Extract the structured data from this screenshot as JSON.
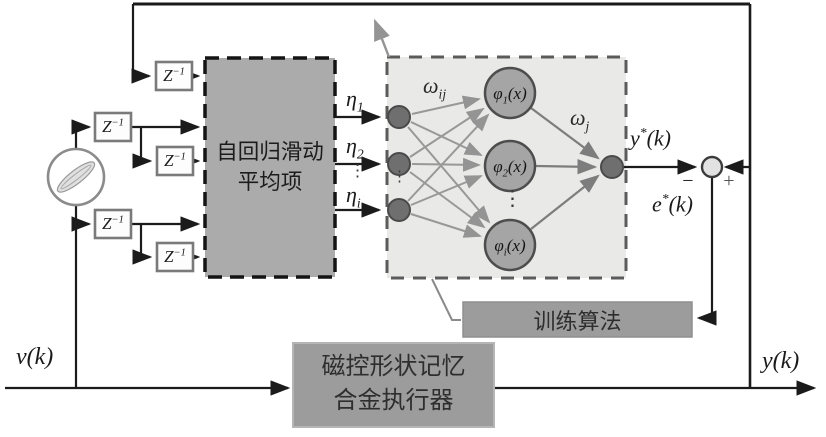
{
  "signals": {
    "v": "v(k)",
    "y": "y(k)",
    "y_star": {
      "base": "y",
      "sup": "*",
      "rest": "(k)"
    },
    "e_star": {
      "base": "e",
      "sup": "*",
      "rest": "(k)"
    },
    "minus": "−",
    "plus": "+"
  },
  "delay": {
    "base": "Z",
    "sup": "−1"
  },
  "arma": {
    "line1": "自回归滑动",
    "line2": "平均项"
  },
  "nn": {
    "eta": [
      {
        "base": "η",
        "sub": "1"
      },
      {
        "base": "η",
        "sub": "2"
      },
      {
        "base": "η",
        "sub": "i"
      }
    ],
    "omega_ij": {
      "base": "ω",
      "sub": "ij"
    },
    "omega_j": {
      "base": "ω",
      "sub": "j"
    },
    "phi": [
      {
        "base": "φ",
        "sub": "1",
        "rest": "(x)"
      },
      {
        "base": "φ",
        "sub": "2",
        "rest": "(x)"
      },
      {
        "base": "φ",
        "sub": "i",
        "rest": "(x)"
      }
    ],
    "vdots": "⋮"
  },
  "training": "训练算法",
  "actuator": {
    "line1": "磁控形状记忆",
    "line2": "合金执行器"
  },
  "colors": {
    "line": "#1b1b1b",
    "gray_line": "#949494",
    "dark_gray_line": "#7d7d7d",
    "arma_fill": "#ababab",
    "nn_fill": "#e9e9e7",
    "node_dark": "#6f6f6f",
    "node_light": "#a5a5a5",
    "box_fill": "#9c9c9c",
    "sum_fill": "#e2e2e2",
    "zbox_border": "#7a7a7a"
  }
}
